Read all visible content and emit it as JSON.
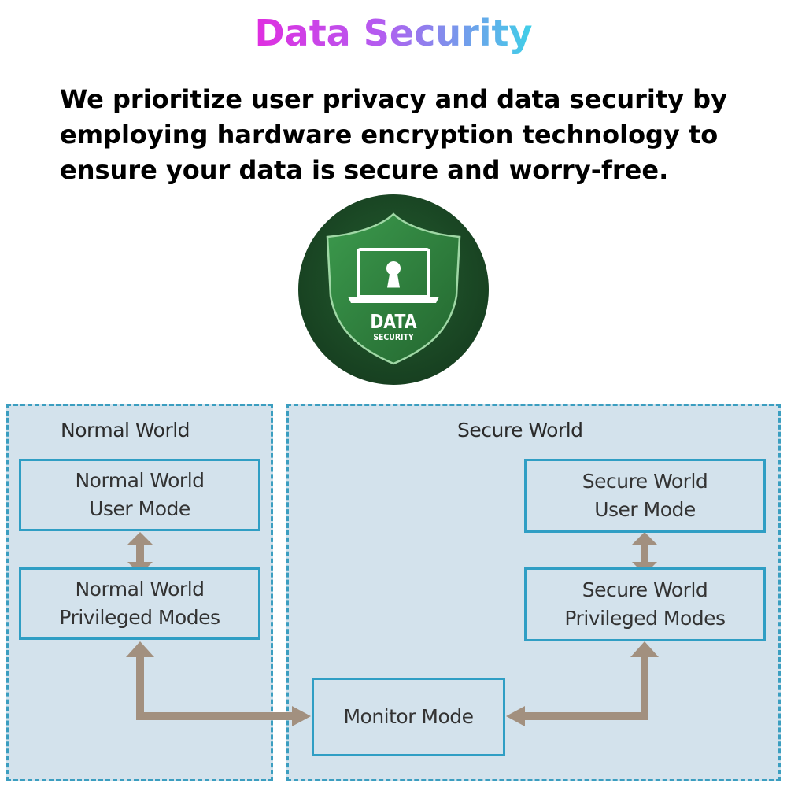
{
  "header": {
    "title": "Data Security",
    "description_lines": [
      "We prioritize user privacy and data security by",
      "employing hardware encryption technology to",
      "ensure your data is secure and worry-free."
    ]
  },
  "badge": {
    "line1": "DATA",
    "line2": "SECURITY",
    "icons": [
      "shield-icon",
      "laptop-icon",
      "keyhole-icon"
    ],
    "colors": {
      "circle": "#1b4b26",
      "shield": "#2f7a3d"
    }
  },
  "diagram": {
    "normal_world": {
      "label": "Normal World",
      "user_mode": [
        "Normal World",
        "User Mode"
      ],
      "privileged_modes": [
        "Normal World",
        "Privileged Modes"
      ]
    },
    "secure_world": {
      "label": "Secure World",
      "user_mode": [
        "Secure World",
        "User Mode"
      ],
      "privileged_modes": [
        "Secure World",
        "Privileged Modes"
      ]
    },
    "monitor_mode": "Monitor Mode",
    "colors": {
      "panel": "#d3e2ec",
      "border": "#2f9ec4",
      "arrow": "#a2907f"
    }
  }
}
